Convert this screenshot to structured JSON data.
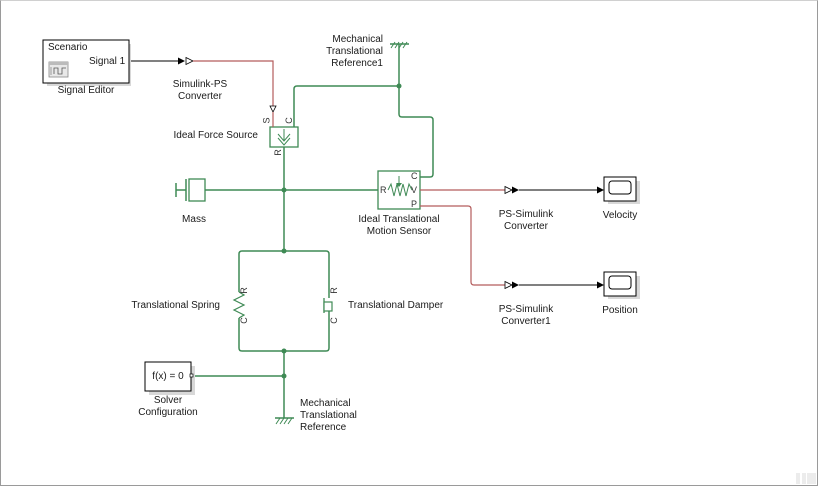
{
  "window": {
    "type": "Simulink model canvas"
  },
  "colors": {
    "physical_line": "#3f8a55",
    "physical_signal_line": "#b35c5c",
    "signal_line": "#000000",
    "block_border_physical": "#3f8a55",
    "block_border_simulink": "#000000"
  },
  "blocks": {
    "signal_editor": {
      "label": "Signal Editor",
      "title": "Scenario",
      "port_label": "Signal 1",
      "icon": "signal-editor-icon"
    },
    "simulink_ps": {
      "label_line1": "Simulink-PS",
      "label_line2": "Converter"
    },
    "ideal_force_source": {
      "label": "Ideal Force Source",
      "ports": {
        "s": "S",
        "c": "C",
        "r": "R"
      },
      "icon": "force-arrow-icon"
    },
    "mech_ref1": {
      "label_line1": "Mechanical",
      "label_line2": "Translational",
      "label_line3": "Reference1",
      "icon": "ground-hatch-icon"
    },
    "mass": {
      "label": "Mass",
      "icon": "mass-icon"
    },
    "motion_sensor": {
      "label_line1": "Ideal Translational",
      "label_line2": "Motion Sensor",
      "ports": {
        "r": "R",
        "c": "C",
        "v": "V",
        "p": "P"
      },
      "icon": "sensor-spring-icon"
    },
    "ps_simulink": {
      "label_line1": "PS-Simulink",
      "label_line2": "Converter"
    },
    "ps_simulink1": {
      "label_line1": "PS-Simulink",
      "label_line2": "Converter1"
    },
    "velocity_scope": {
      "label": "Velocity",
      "icon": "scope-icon"
    },
    "position_scope": {
      "label": "Position",
      "icon": "scope-icon"
    },
    "spring": {
      "label": "Translational Spring",
      "ports": {
        "r": "R",
        "c": "C"
      },
      "icon": "spring-icon"
    },
    "damper": {
      "label": "Translational Damper",
      "ports": {
        "r": "R",
        "c": "C"
      },
      "icon": "damper-icon"
    },
    "solver": {
      "label_line1": "Solver",
      "label_line2": "Configuration",
      "content": "f(x) = 0"
    },
    "mech_ref": {
      "label_line1": "Mechanical",
      "label_line2": "Translational",
      "label_line3": "Reference",
      "icon": "ground-hatch-icon"
    }
  }
}
